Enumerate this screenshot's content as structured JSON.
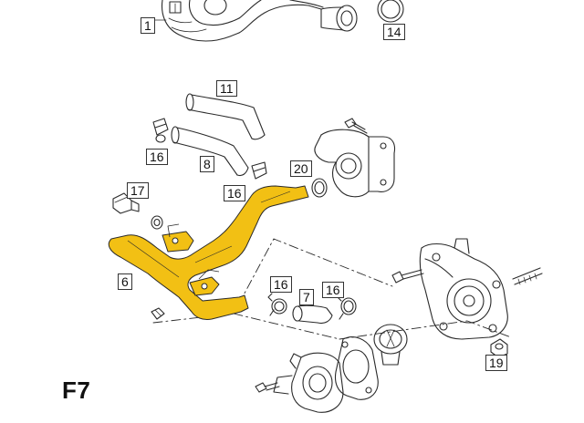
{
  "diagram": {
    "sheet_label": "F7",
    "callouts": [
      "1",
      "14",
      "11",
      "16",
      "8",
      "20",
      "17",
      "16",
      "6",
      "16",
      "7",
      "16",
      "19"
    ],
    "highlight_color": "#f2c014",
    "line_color": "#2a2a2a"
  }
}
